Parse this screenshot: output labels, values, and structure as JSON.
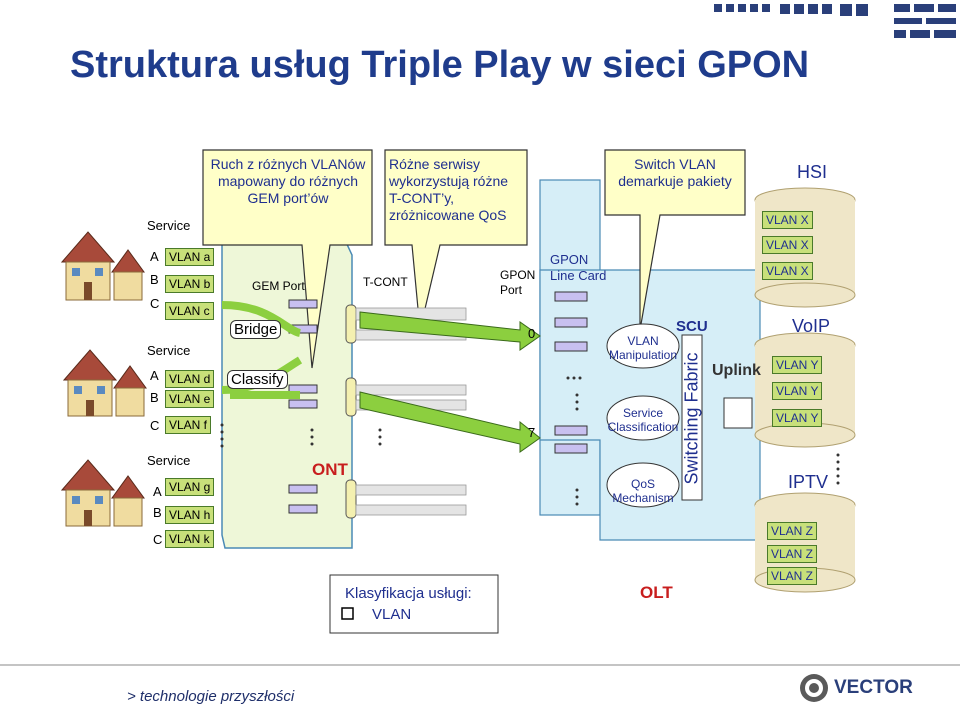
{
  "title": "Struktura usług Triple Play w sieci GPON",
  "houses": [
    {
      "service_label": "Service",
      "rows": [
        {
          "letter": "A",
          "vlan": "VLAN a"
        },
        {
          "letter": "B",
          "vlan": "VLAN b"
        },
        {
          "letter": "C",
          "vlan": "VLAN c"
        }
      ]
    },
    {
      "service_label": "Service",
      "rows": [
        {
          "letter": "A",
          "vlan": "VLAN d"
        },
        {
          "letter": "B",
          "vlan": "VLAN e"
        },
        {
          "letter": "C",
          "vlan": "VLAN f"
        }
      ]
    },
    {
      "service_label": "Service",
      "rows": [
        {
          "letter": "A",
          "vlan": "VLAN g"
        },
        {
          "letter": "B",
          "vlan": "VLAN h"
        },
        {
          "letter": "C",
          "vlan": "VLAN k"
        }
      ]
    }
  ],
  "callouts": {
    "ruch": "Ruch z różnych VLANów mapowany do różnych GEM port’ów",
    "rozne": "Różne serwisy wykorzystują różne T-CONT’y, zróżnicowane QoS",
    "switch": "Switch VLAN demarkuje pakiety"
  },
  "labels": {
    "gem_port": "GEM Port",
    "t_cont": "T-CONT",
    "gpon_port": "GPON Port",
    "gpon_line_card": "GPON Line Card",
    "bridge": "Bridge",
    "classify": "Classify",
    "ont": "ONT",
    "port_0": "0",
    "port_7": "7",
    "scu": "SCU",
    "vlan_manipulation": "VLAN Manipulation",
    "service_classification": "Service Classification",
    "qos_mechanism": "QoS Mechanism",
    "switching_fabric": "Switching Fabric",
    "uplink": "Uplink",
    "olt": "OLT",
    "klasyfikacja": "Klasyfikacja usługi:",
    "klasyfikacja_item": "VLAN"
  },
  "services": {
    "hsi": {
      "name": "HSI",
      "vlans": [
        "VLAN X",
        "VLAN X",
        "VLAN X"
      ]
    },
    "voip": {
      "name": "VoIP",
      "vlans": [
        "VLAN Y",
        "VLAN Y",
        "VLAN Y"
      ]
    },
    "iptv": {
      "name": "IPTV",
      "vlans": [
        "VLAN Z",
        "VLAN Z",
        "VLAN Z"
      ]
    }
  },
  "footer": {
    "tagline": "> technologie przyszłości",
    "brand": "VECTOR"
  },
  "colors": {
    "title": "#1f3c8c",
    "callout_bg": "#ffffc8",
    "panel_green": "#eef7d8",
    "olt_blue": "#d6eef7",
    "vlan_box": "#c8e07a",
    "arrow_green": "#8ccf3f"
  }
}
